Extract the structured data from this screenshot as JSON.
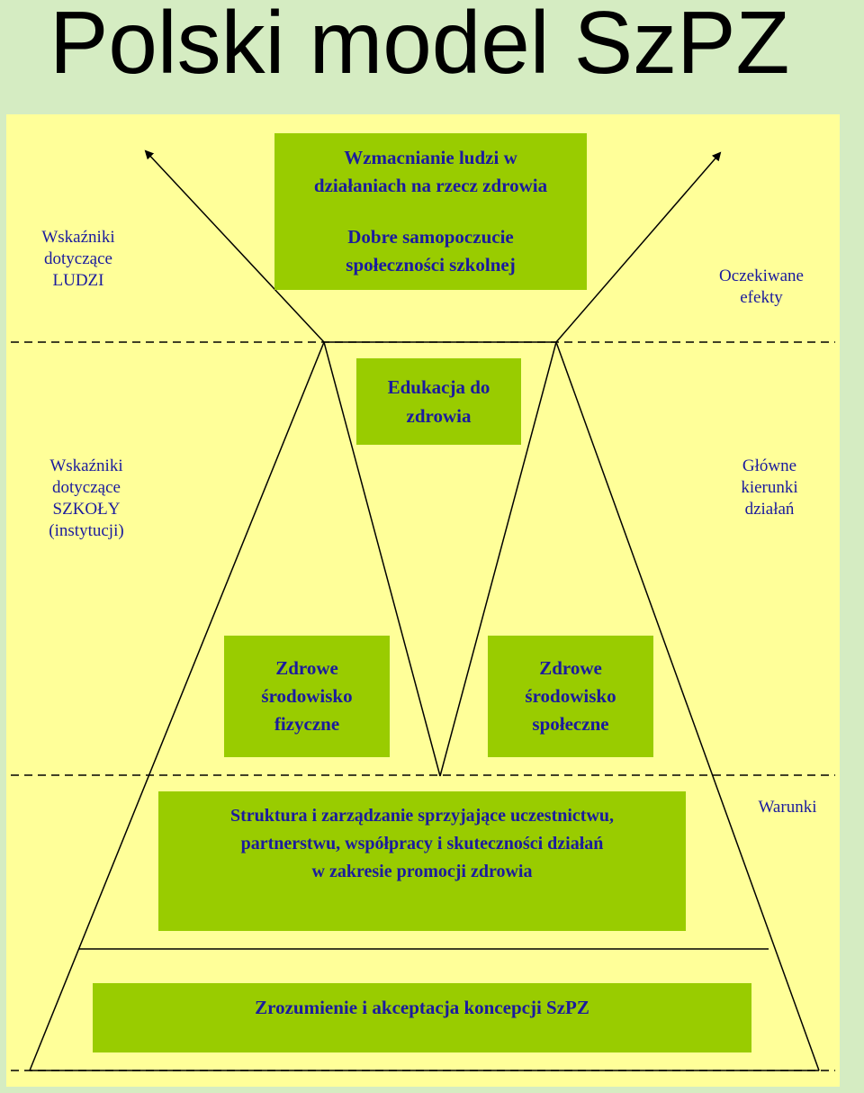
{
  "title": "Polski model SzPZ",
  "boxes": {
    "top": {
      "line1": "Wzmacnianie ludzi w",
      "line2": "działaniach na rzecz zdrowia",
      "line3": "Dobre samopoczucie",
      "line4": "społeczności szkolnej"
    },
    "edukacja": {
      "line1": "Edukacja do",
      "line2": "zdrowia"
    },
    "fizyczne": {
      "line1": "Zdrowe",
      "line2": "środowisko",
      "line3": "fizyczne"
    },
    "spoleczne": {
      "line1": "Zdrowe",
      "line2": "środowisko",
      "line3": "społeczne"
    },
    "struktura": {
      "line1": "Struktura i zarządzanie sprzyjające uczestnictwu,",
      "line2": "partnerstwu, współpracy i skuteczności działań",
      "line3": "w zakresie promocji zdrowia"
    },
    "zrozumienie": {
      "line1": "Zrozumienie i akceptacja koncepcji SzPZ"
    }
  },
  "labels": {
    "ludzi": {
      "line1": "Wskaźniki",
      "line2": "dotyczące",
      "line3": "LUDZI"
    },
    "efekty": {
      "line1": "Oczekiwane",
      "line2": "efekty"
    },
    "szkoly": {
      "line1": "Wskaźniki",
      "line2": "dotyczące",
      "line3": "SZKOŁY",
      "line4": "(instytucji)"
    },
    "kierunki": {
      "line1": "Główne",
      "line2": "kierunki",
      "line3": "działań"
    },
    "warunki": {
      "line1": "Warunki"
    }
  },
  "colors": {
    "background": "#d5ecc2",
    "panel": "#ffff99",
    "box": "#99cc00",
    "text": "#1b1b9e"
  }
}
